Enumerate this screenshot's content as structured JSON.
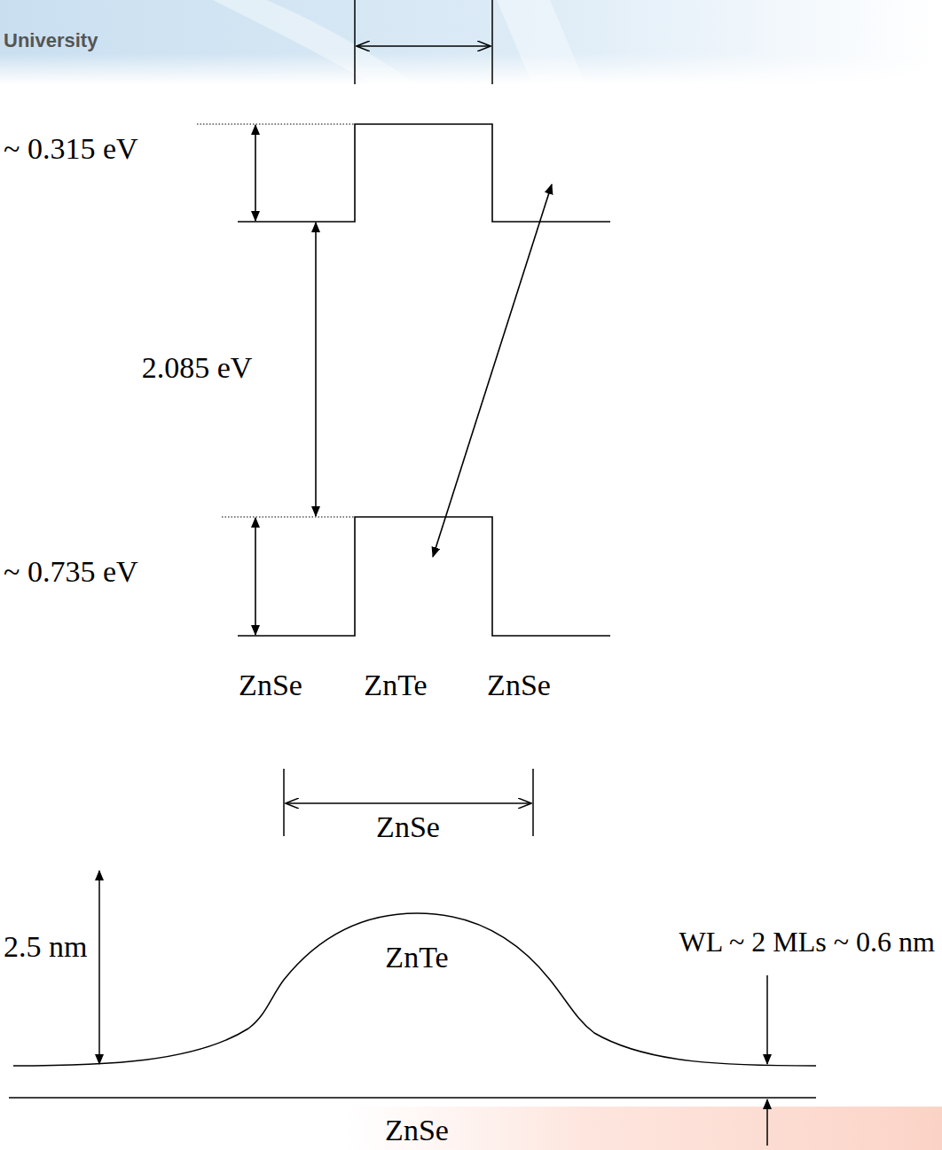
{
  "diagram": {
    "labels": [
      "University",
      "~ 0.315 eV",
      "2.085 eV",
      "~ 0.735 eV",
      "ZnSe",
      "ZnTe",
      "ZnSe",
      "ZnSe",
      "ZnTe",
      "2.5 nm",
      "WL ~ 2 MLs ~ 0.6 nm",
      "ZnSe"
    ]
  }
}
